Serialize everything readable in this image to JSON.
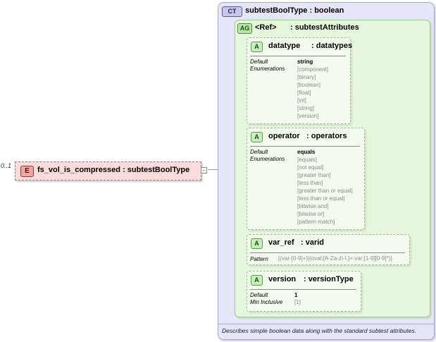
{
  "element": {
    "occurrence": "0..1",
    "badge": "E",
    "label": "fs_vol_is_compressed : subtestBoolType"
  },
  "complex_type": {
    "badge": "CT",
    "label": "subtestBoolType : boolean",
    "description": "Describes simple boolean data along with the standard subtest attributes."
  },
  "attribute_group": {
    "badge": "AG",
    "ref_label": "<Ref>",
    "label": ": subtestAttributes"
  },
  "attributes": {
    "datatype": {
      "badge": "A",
      "name": "datatype",
      "type": ": datatypes",
      "default_label": "Default",
      "default_value": "string",
      "enum_label": "Enumerations",
      "enumerations": [
        "[component]",
        "[binary]",
        "[boolean]",
        "[float]",
        "[int]",
        "[string]",
        "[version]"
      ]
    },
    "operator": {
      "badge": "A",
      "name": "operator",
      "type": ": operators",
      "default_label": "Default",
      "default_value": "equals",
      "enum_label": "Enumerations",
      "enumerations": [
        "[equals]",
        "[not equal]",
        "[greater than]",
        "[less than]",
        "[greater than or equal]",
        "[less than or equal]",
        "[bitwise and]",
        "[bitwise or]",
        "[pattern match]"
      ]
    },
    "var_ref": {
      "badge": "A",
      "name": "var_ref",
      "type": ": varid",
      "pattern_label": "Pattern",
      "pattern_value": "[(var-[0-9]+)|(oval:[A-Za-z\\-\\.]+:var:[1-9][0-9]*)]"
    },
    "version": {
      "badge": "A",
      "name": "version",
      "type": ": versionType",
      "default_label": "Default",
      "default_value": "1",
      "min_label": "Min Inclusive",
      "min_value": "[1]"
    }
  }
}
